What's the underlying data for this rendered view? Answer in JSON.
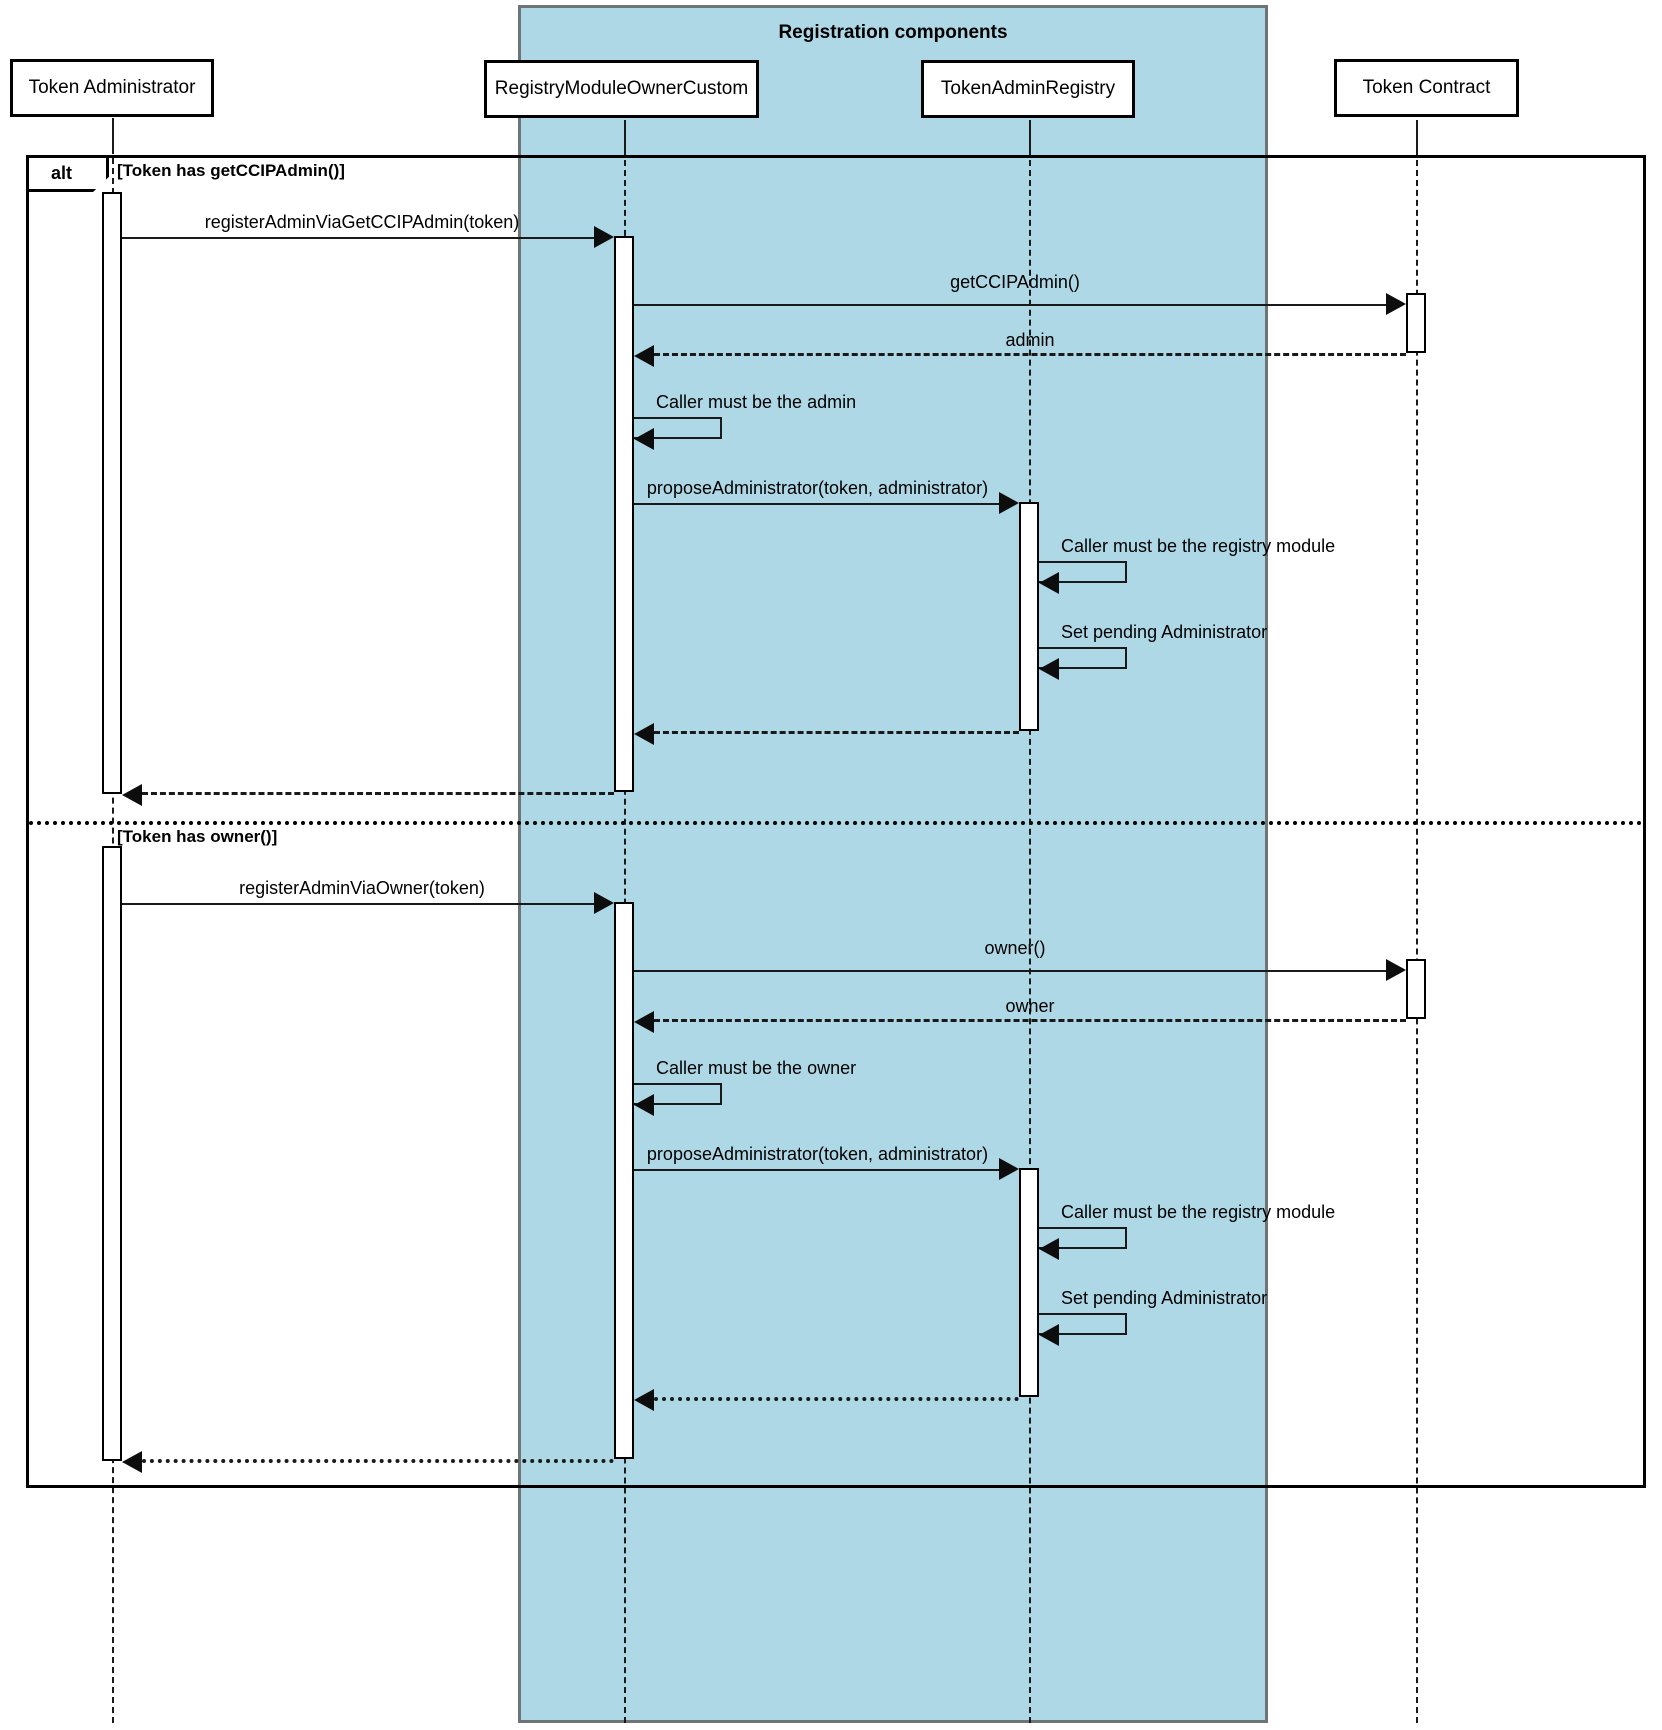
{
  "diagram": {
    "type": "uml-sequence-diagram",
    "group": {
      "title": "Registration components",
      "color": "#aed8e6",
      "members": [
        "RegistryModuleOwnerCustom",
        "TokenAdminRegistry"
      ]
    },
    "participants": [
      {
        "id": "admin",
        "label": "Token Administrator"
      },
      {
        "id": "registry_module",
        "label": "RegistryModuleOwnerCustom"
      },
      {
        "id": "tar",
        "label": "TokenAdminRegistry"
      },
      {
        "id": "token",
        "label": "Token Contract"
      }
    ],
    "fragment": {
      "operator": "alt",
      "guards": [
        "[Token has getCCIPAdmin()]",
        "[Token has owner()]"
      ]
    },
    "messages": [
      {
        "index": 1,
        "text": "registerAdminViaGetCCIPAdmin(token)",
        "kind": "call",
        "from": "admin",
        "to": "registry_module"
      },
      {
        "index": 2,
        "text": "getCCIPAdmin()",
        "kind": "call",
        "from": "registry_module",
        "to": "token"
      },
      {
        "index": 3,
        "text": "admin",
        "kind": "return",
        "from": "token",
        "to": "registry_module"
      },
      {
        "index": 4,
        "text": "Caller must be the admin",
        "kind": "self",
        "from": "registry_module",
        "to": "registry_module"
      },
      {
        "index": 5,
        "text": "proposeAdministrator(token, administrator)",
        "kind": "call",
        "from": "registry_module",
        "to": "tar"
      },
      {
        "index": 6,
        "text": "Caller must be the registry module",
        "kind": "self",
        "from": "tar",
        "to": "tar"
      },
      {
        "index": 7,
        "text": "Set pending Administrator",
        "kind": "self",
        "from": "tar",
        "to": "tar"
      },
      {
        "index": 8,
        "text": "",
        "kind": "return",
        "from": "tar",
        "to": "registry_module"
      },
      {
        "index": 9,
        "text": "",
        "kind": "return",
        "from": "registry_module",
        "to": "admin"
      },
      {
        "index": 10,
        "text": "registerAdminViaOwner(token)",
        "kind": "call",
        "from": "admin",
        "to": "registry_module"
      },
      {
        "index": 11,
        "text": "owner()",
        "kind": "call",
        "from": "registry_module",
        "to": "token"
      },
      {
        "index": 12,
        "text": "owner",
        "kind": "return",
        "from": "token",
        "to": "registry_module"
      },
      {
        "index": 13,
        "text": "Caller must be the owner",
        "kind": "self",
        "from": "registry_module",
        "to": "registry_module"
      },
      {
        "index": 14,
        "text": "proposeAdministrator(token, administrator)",
        "kind": "call",
        "from": "registry_module",
        "to": "tar"
      },
      {
        "index": 15,
        "text": "Caller must be the registry module",
        "kind": "self",
        "from": "tar",
        "to": "tar"
      },
      {
        "index": 16,
        "text": "Set pending Administrator",
        "kind": "self",
        "from": "tar",
        "to": "tar"
      },
      {
        "index": 17,
        "text": "",
        "kind": "return",
        "from": "tar",
        "to": "registry_module"
      },
      {
        "index": 18,
        "text": "",
        "kind": "return",
        "from": "registry_module",
        "to": "admin"
      }
    ]
  }
}
